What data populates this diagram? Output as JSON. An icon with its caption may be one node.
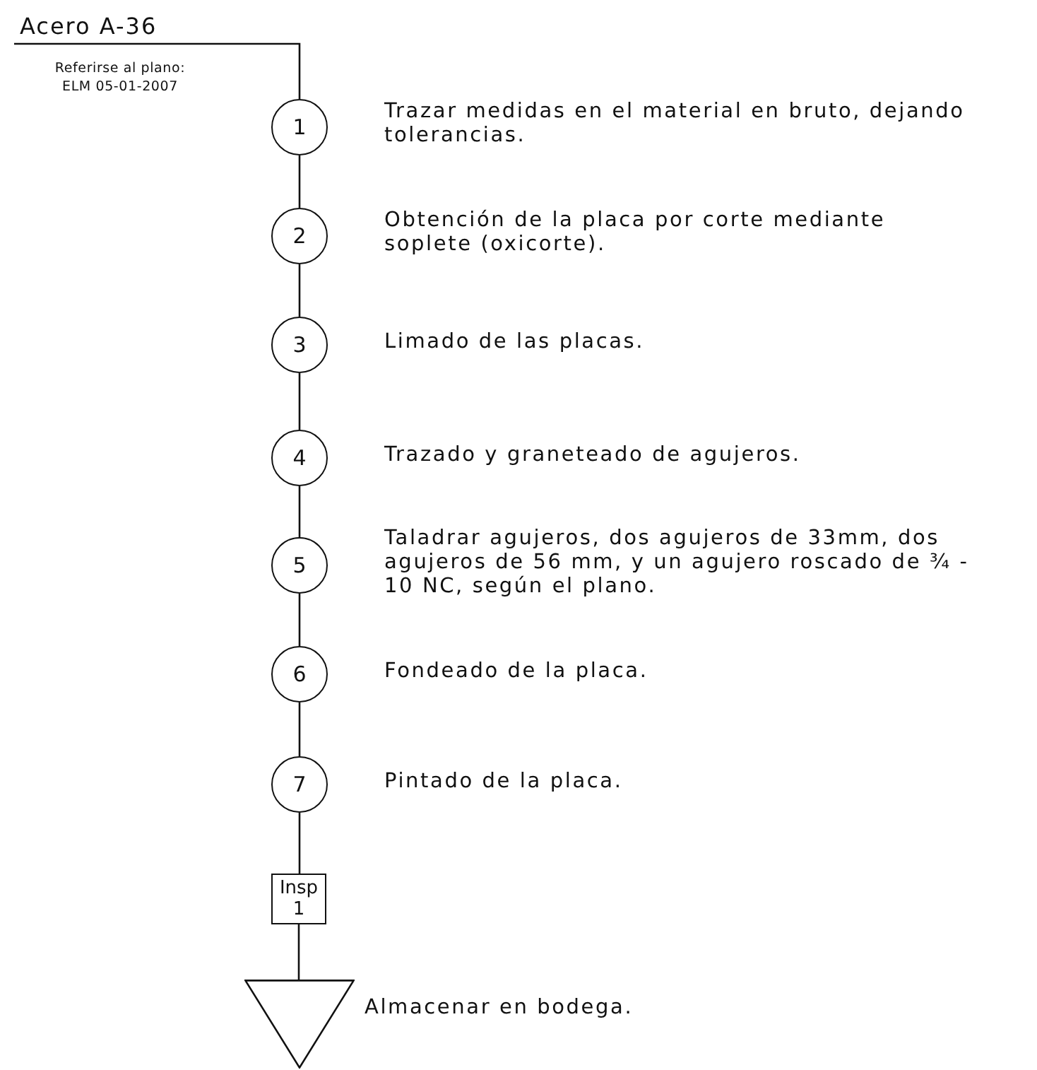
{
  "diagram": {
    "nodes": [
      {
        "text": [
          "Acero A-36"
        ],
        "beside": [
          "Referirse al plano: ELM 05-01-2007"
        ]
      },
      {
        "text": [
          "1"
        ],
        "beside": [
          "Trazar medidas en el material en bruto, dejando tolerancias."
        ]
      },
      {
        "text": [
          "2"
        ],
        "beside": [
          "Obtención de la placa por corte mediante soplete (oxicorte)."
        ]
      },
      {
        "text": [
          "3"
        ],
        "beside": [
          "Limado de las placas."
        ]
      },
      {
        "text": [
          "4"
        ],
        "beside": [
          "Trazado y graneteado de agujeros."
        ]
      },
      {
        "text": [
          "5"
        ],
        "beside": [
          "Taladrar agujeros, dos agujeros de 33mm, dos agujeros de 56 mm, y un agujero roscado de ¾ - 10 NC, según el plano."
        ]
      },
      {
        "text": [
          "6"
        ],
        "beside": [
          "Fondeado de la placa."
        ]
      },
      {
        "text": [
          "7"
        ],
        "beside": [
          "Pintado de la placa."
        ]
      },
      {
        "text": [
          "Insp 1"
        ]
      },
      {
        "text": [],
        "shape": "triangle",
        "beside": [
          "Almacenar en bodega."
        ]
      }
    ],
    "edges": [
      {
        "from": 0,
        "to": 1,
        "arrow": "none"
      },
      {
        "from": 1,
        "to": 2,
        "arrow": "none"
      },
      {
        "from": 2,
        "to": 3,
        "arrow": "none"
      },
      {
        "from": 3,
        "to": 4,
        "arrow": "none"
      },
      {
        "from": 4,
        "to": 5,
        "arrow": "none"
      },
      {
        "from": 5,
        "to": 6,
        "arrow": "none"
      },
      {
        "from": 6,
        "to": 7,
        "arrow": "none"
      },
      {
        "from": 7,
        "to": 8,
        "arrow": "none"
      },
      {
        "from": 8,
        "to": 9,
        "arrow": "none"
      }
    ]
  }
}
